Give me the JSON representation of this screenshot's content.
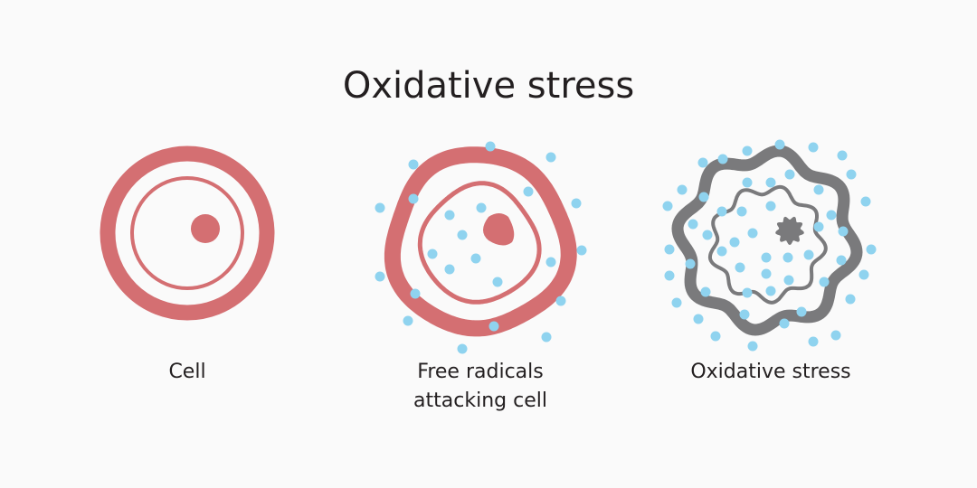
{
  "title": "Oxidative stress",
  "panels": [
    {
      "label_line1": "Cell",
      "label_line2": ""
    },
    {
      "label_line1": "Free radicals",
      "label_line2": "attacking cell"
    },
    {
      "label_line1": "Oxidative stress",
      "label_line2": ""
    }
  ],
  "colors": {
    "cell": "#d46f72",
    "damaged": "#7a7a7c",
    "radical": "#8fd3ef",
    "background": "#fafafa"
  }
}
